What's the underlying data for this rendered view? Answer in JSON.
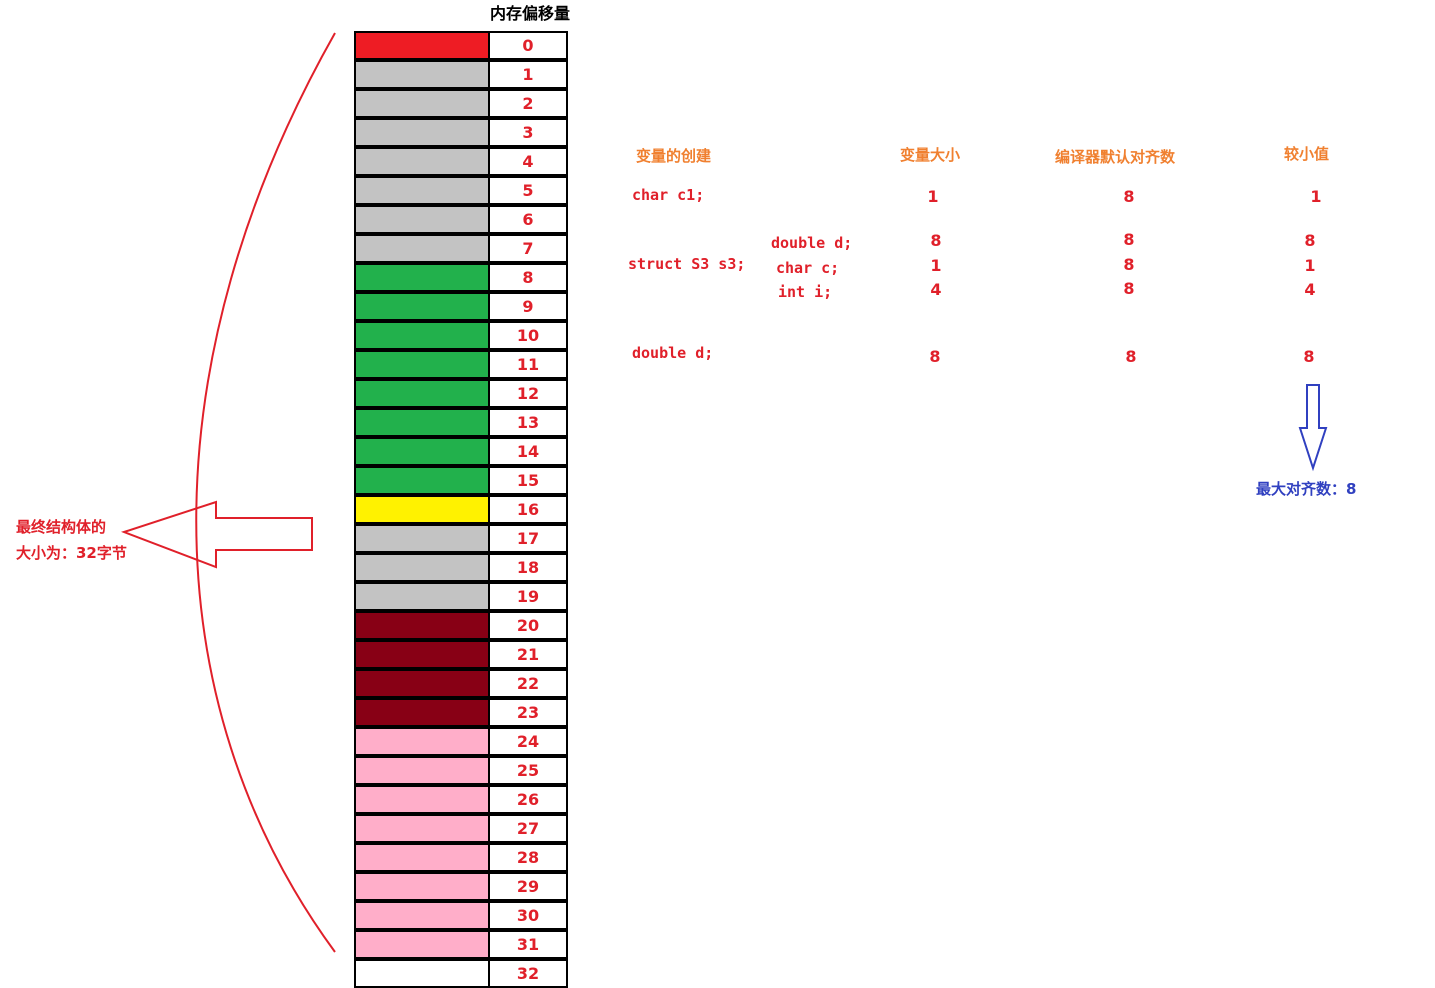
{
  "title": "内存偏移量",
  "rows": [
    {
      "n": "0",
      "c": "#ee1c24"
    },
    {
      "n": "1",
      "c": "#c3c3c3"
    },
    {
      "n": "2",
      "c": "#c3c3c3"
    },
    {
      "n": "3",
      "c": "#c3c3c3"
    },
    {
      "n": "4",
      "c": "#c3c3c3"
    },
    {
      "n": "5",
      "c": "#c3c3c3"
    },
    {
      "n": "6",
      "c": "#c3c3c3"
    },
    {
      "n": "7",
      "c": "#c3c3c3"
    },
    {
      "n": "8",
      "c": "#22b14c"
    },
    {
      "n": "9",
      "c": "#22b14c"
    },
    {
      "n": "10",
      "c": "#22b14c"
    },
    {
      "n": "11",
      "c": "#22b14c"
    },
    {
      "n": "12",
      "c": "#22b14c"
    },
    {
      "n": "13",
      "c": "#22b14c"
    },
    {
      "n": "14",
      "c": "#22b14c"
    },
    {
      "n": "15",
      "c": "#22b14c"
    },
    {
      "n": "16",
      "c": "#fff200"
    },
    {
      "n": "17",
      "c": "#c3c3c3"
    },
    {
      "n": "18",
      "c": "#c3c3c3"
    },
    {
      "n": "19",
      "c": "#c3c3c3"
    },
    {
      "n": "20",
      "c": "#880015"
    },
    {
      "n": "21",
      "c": "#880015"
    },
    {
      "n": "22",
      "c": "#880015"
    },
    {
      "n": "23",
      "c": "#880015"
    },
    {
      "n": "24",
      "c": "#ffaec9"
    },
    {
      "n": "25",
      "c": "#ffaec9"
    },
    {
      "n": "26",
      "c": "#ffaec9"
    },
    {
      "n": "27",
      "c": "#ffaec9"
    },
    {
      "n": "28",
      "c": "#ffaec9"
    },
    {
      "n": "29",
      "c": "#ffaec9"
    },
    {
      "n": "30",
      "c": "#ffaec9"
    },
    {
      "n": "31",
      "c": "#ffaec9"
    },
    {
      "n": "32",
      "c": "#ffffff"
    }
  ],
  "table": {
    "headers": {
      "create": "变量的创建",
      "size": "变量大小",
      "default": "编译器默认对齐数",
      "min": "较小值"
    },
    "row1": {
      "decl": "char c1;",
      "size": "1",
      "def": "8",
      "min": "1"
    },
    "struct": {
      "decl": "struct S3 s3;",
      "members": [
        {
          "name": "double d;",
          "size": "8",
          "def": "8",
          "min": "8"
        },
        {
          "name": "char c;",
          "size": "1",
          "def": "8",
          "min": "1"
        },
        {
          "name": "int i;",
          "size": "4",
          "def": "8",
          "min": "4"
        }
      ]
    },
    "row3": {
      "decl": "double d;",
      "size": "8",
      "def": "8",
      "min": "8"
    }
  },
  "note_line1": "最终结构体的",
  "note_line2": "大小为：32字节",
  "max_align": "最大对齐数：8",
  "colors": {
    "annotation": "#e0202a",
    "header": "#f08030",
    "blue": "#3040c0"
  }
}
